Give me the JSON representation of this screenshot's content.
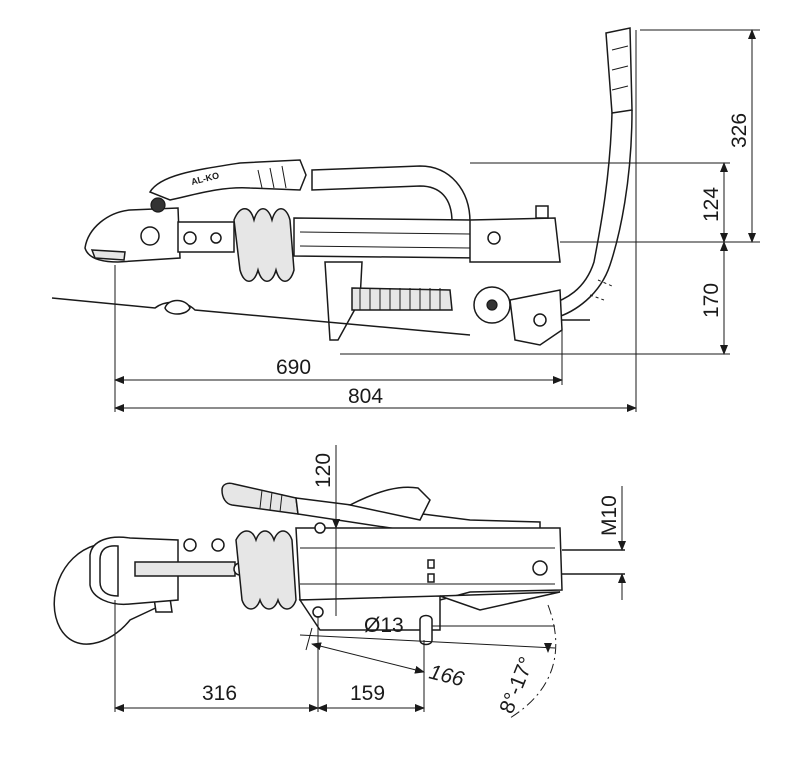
{
  "brand": {
    "logo_text": "AL-KO"
  },
  "side_view": {
    "dim_width_long": "804",
    "dim_width_body": "690",
    "dim_height_lever": "326",
    "dim_height_upper": "124",
    "dim_height_lower": "170"
  },
  "top_view": {
    "dim_height_handle": "120",
    "dim_thread": "M10",
    "dim_hole": "Ø13",
    "dim_coupling_length": "316",
    "dim_offset": "159",
    "dim_diagonal": "166",
    "dim_angle": "8°-17°"
  }
}
